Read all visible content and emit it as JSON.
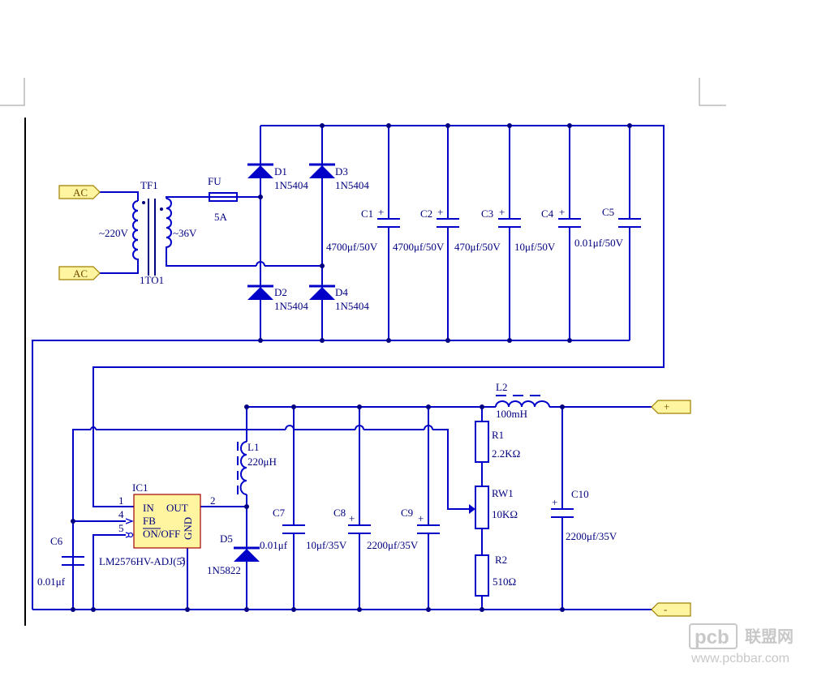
{
  "page_marks": {
    "corner_color": "#999999"
  },
  "colors": {
    "wire": "#0000c8",
    "text": "#000080",
    "flag_fill": "#fff4a0",
    "ic_fill": "#fff4a0"
  },
  "ports": {
    "ac_top": "AC",
    "ac_bottom": "AC",
    "out_plus": "+",
    "out_minus": "-"
  },
  "transformer": {
    "ref": "TF1",
    "primary": "~220V",
    "secondary": "~36V",
    "part": "1TO1"
  },
  "fuse": {
    "ref": "FU",
    "value": "5A"
  },
  "diodes": [
    {
      "ref": "D1",
      "part": "1N5404"
    },
    {
      "ref": "D3",
      "part": "1N5404"
    },
    {
      "ref": "D2",
      "part": "1N5404"
    },
    {
      "ref": "D4",
      "part": "1N5404"
    },
    {
      "ref": "D5",
      "part": "1N5822"
    }
  ],
  "caps_filter": [
    {
      "ref": "C1",
      "value": "4700μf/50V"
    },
    {
      "ref": "C2",
      "value": "4700μf/50V"
    },
    {
      "ref": "C3",
      "value": "470μf/50V"
    },
    {
      "ref": "C4",
      "value": "10μf/50V"
    },
    {
      "ref": "C5",
      "value": "0.01μf/50V"
    }
  ],
  "ic": {
    "ref": "IC1",
    "part": "LM2576HV-ADJ(5)",
    "pin_in": "IN",
    "pin_fb": "FB",
    "pin_onoff": "ON/OFF",
    "pin_out": "OUT",
    "pin_gnd": "GND",
    "n1": "1",
    "n4": "4",
    "n5": "5",
    "n2": "2",
    "n3": "3"
  },
  "inductors": [
    {
      "ref": "L1",
      "value": "220μH"
    },
    {
      "ref": "L2",
      "value": "100mH"
    }
  ],
  "caps_output": [
    {
      "ref": "C6",
      "value": "0.01μf"
    },
    {
      "ref": "C7",
      "value": "0.01μf"
    },
    {
      "ref": "C8",
      "value": "10μf/35V"
    },
    {
      "ref": "C9",
      "value": "2200μf/35V"
    },
    {
      "ref": "C10",
      "value": "2200μf/35V"
    }
  ],
  "resistors": [
    {
      "ref": "R1",
      "value": "2.2KΩ"
    },
    {
      "ref": "RW1",
      "value": "10KΩ"
    },
    {
      "ref": "R2",
      "value": "510Ω"
    }
  ],
  "watermark": {
    "logo_text": "pcb",
    "cn_text": "联盟网",
    "url": "www.pcbbar.com"
  }
}
